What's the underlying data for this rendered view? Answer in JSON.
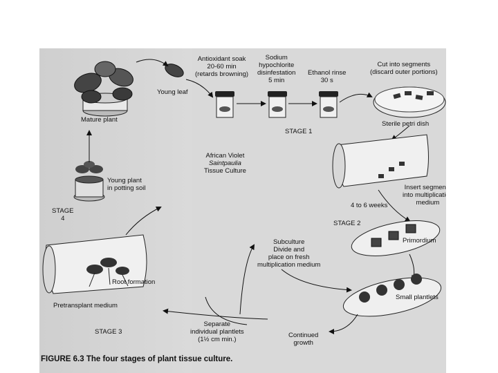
{
  "figure": {
    "caption": "FIGURE 6.3 The four stages of plant tissue culture.",
    "center_title": [
      "African Violet",
      "Saintpaulia",
      "Tissue Culture"
    ],
    "stages": [
      "STAGE 1",
      "STAGE 2",
      "STAGE 3",
      "STAGE",
      "4"
    ],
    "labels": {
      "mature_plant": "Mature plant",
      "young_leaf": "Young leaf",
      "antioxidant": [
        "Antioxidant soak",
        "20-60 min",
        "(retards browning)"
      ],
      "hypochlorite": [
        "Sodium",
        "hypochlorite",
        "disinfestation",
        "5 min"
      ],
      "ethanol": [
        "Ethanol rinse",
        "30 s"
      ],
      "cut": [
        "Cut into segments",
        "(discard outer portions)"
      ],
      "petri": "Sterile petri dish",
      "insert": [
        "Insert segments",
        "into multiplication",
        "medium"
      ],
      "weeks": "4 to 6 weeks",
      "primordium": "Primordium",
      "subculture": [
        "Subculture",
        "Divide and",
        "place on fresh",
        "multiplication medium"
      ],
      "small_plantlets": "Small plantlets",
      "continued": [
        "Continued",
        "growth"
      ],
      "separate": [
        "Separate",
        "individual plantlets"
      ],
      "separate_size": "(1½ cm min.)",
      "root": "Root formation",
      "pretransplant": "Pretransplant medium",
      "young_plant": [
        "Young plant",
        "in potting soil"
      ]
    }
  }
}
